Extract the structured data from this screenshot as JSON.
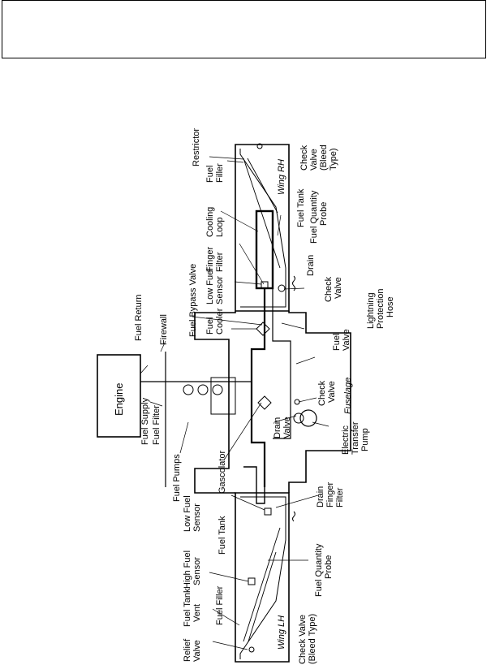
{
  "labels": {
    "restrictor": "Restrictor",
    "check_valve_bleed": [
      "Check",
      "Valve",
      "(Bleed",
      "Type)"
    ],
    "fuel_filler_rh": [
      "Fuel",
      "Filler"
    ],
    "cooling_loop": [
      "Cooling",
      "Loop"
    ],
    "fuel_tank_rh": "Fuel Tank",
    "fuel_quantity_probe_rh": [
      "Fuel Quantity",
      "Probe"
    ],
    "finger_filter_rh": [
      "Finger",
      "Filter"
    ],
    "low_fuel_sensor_rh": [
      "Low Fuel",
      "Sensor"
    ],
    "drain_rh": "Drain",
    "fuel_bypass_valve": "Fuel Bypass Valve",
    "check_valve_rh": [
      "Check",
      "Valve"
    ],
    "fuel_return": "Fuel Return",
    "fuel_cooler": [
      "Fuel",
      "Cooler"
    ],
    "firewall": "Firewall",
    "lightning_protection_hose": [
      "Lightning",
      "Protection",
      "Hose"
    ],
    "fuel_valve": [
      "Fuel",
      "Valve"
    ],
    "engine": "Engine",
    "fuel_supply": "Fuel Supply",
    "fuel_filter": "Fuel Filter",
    "check_valve_center": [
      "Check",
      "Valve"
    ],
    "fuselage": "Fuselage",
    "drain_valve": [
      "Drain",
      "Valve"
    ],
    "fuel_pumps": "Fuel Pumps",
    "electric_transfer_pump": [
      "Electric",
      "Transfer",
      "Pump"
    ],
    "gascolator": "Gascolator",
    "low_fuel_sensor_lh": [
      "Low Fuel",
      "Sensor"
    ],
    "drain_finger_filter_lh": [
      "Drain",
      "Finger",
      "Filter"
    ],
    "fuel_tank_lh": "Fuel Tank",
    "high_fuel_sensor": [
      "High Fuel",
      "Sensor"
    ],
    "fuel_quantity_probe_lh": [
      "Fuel Quantity",
      "Probe"
    ],
    "fuel_tank_vent": [
      "Fuel Tank",
      "Vent"
    ],
    "fuel_filler_lh": "Fuel Filler",
    "relief_valve": [
      "Relief",
      "Valve"
    ],
    "check_valve_bleed_lh": [
      "Check Valve",
      "(Bleed Type)"
    ],
    "wing_lh": "Wing LH",
    "wing_rh": "Wing RH"
  }
}
